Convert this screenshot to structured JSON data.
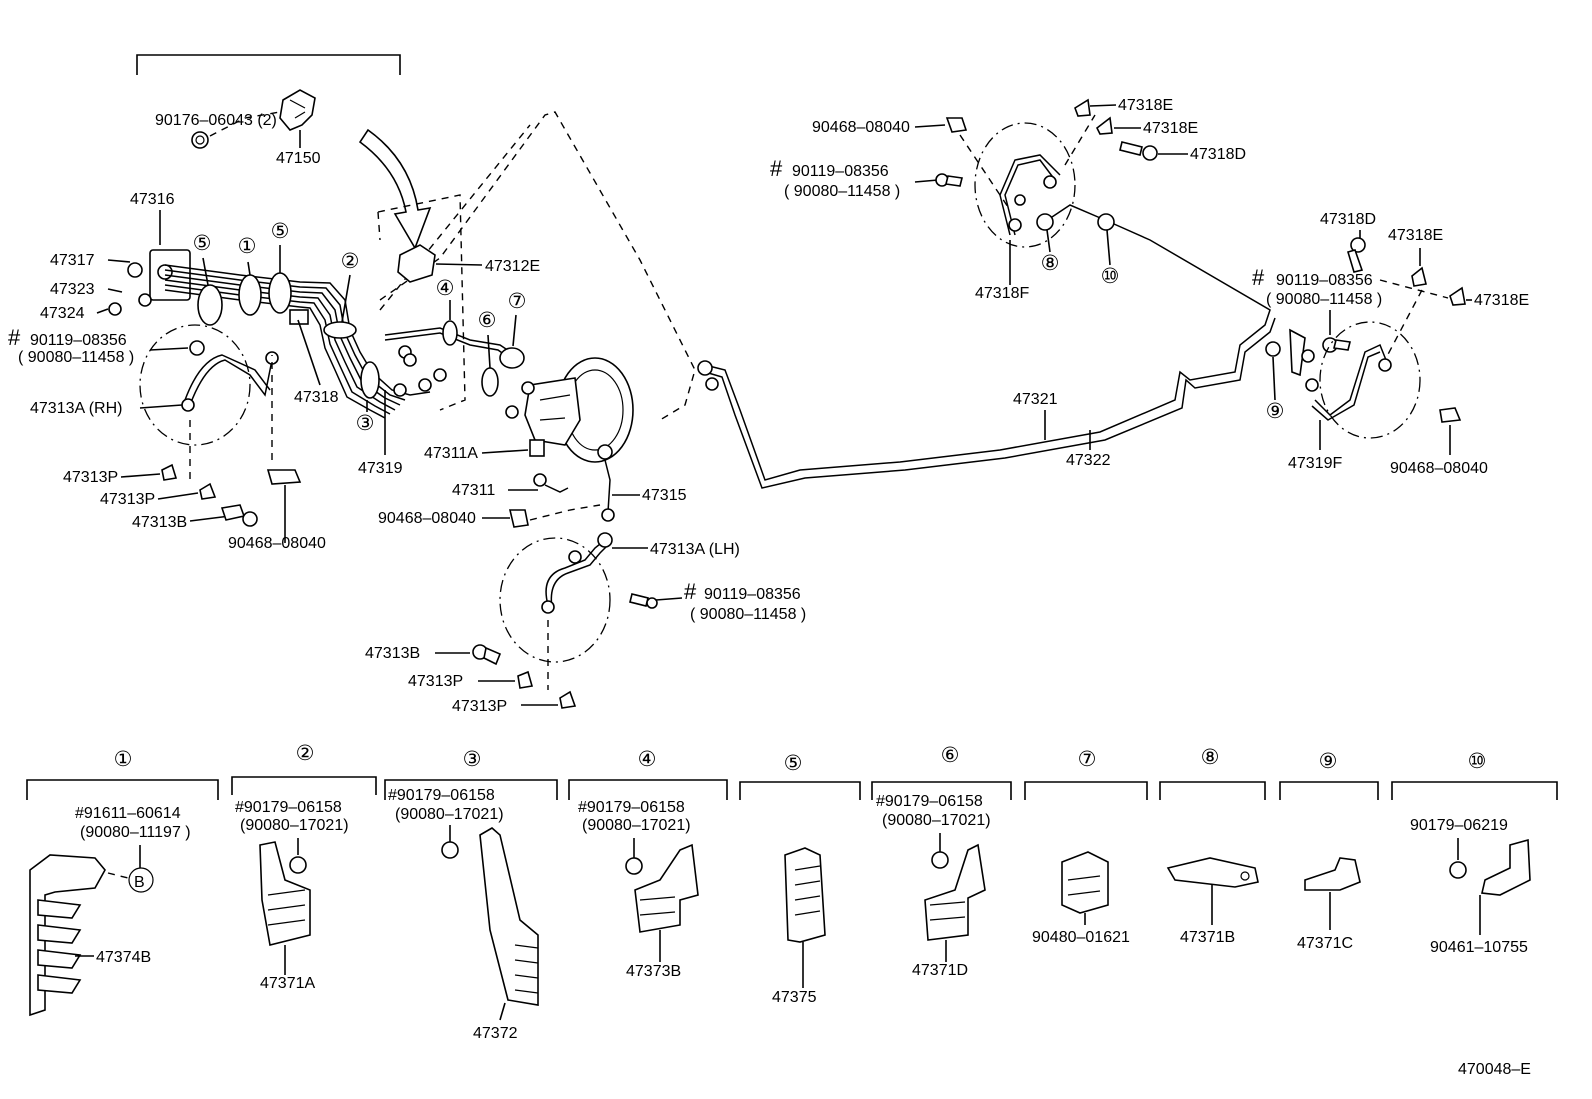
{
  "diagram_id": "470048–E",
  "labels": {
    "p90176_06043": "90176–06043 (2)",
    "p47150": "47150",
    "p47316": "47316",
    "p47317": "47317",
    "p47323": "47323",
    "p47324": "47324",
    "p90119_rh": "90119–08356",
    "p90080_rh": "( 90080–11458 )",
    "p47313A_rh": "47313A (RH)",
    "p47313P_1": "47313P",
    "p47313P_2": "47313P",
    "p47313B_1": "47313B",
    "p90468_left": "90468–08040",
    "p47318": "47318",
    "p47319": "47319",
    "p47312E": "47312E",
    "p47311A": "47311A",
    "p47311": "47311",
    "p90468_mid": "90468–08040",
    "p47315": "47315",
    "p47313A_lh": "47313A (LH)",
    "p90119_lh": "90119–08356",
    "p90080_lh": "( 90080–11458 )",
    "p47313B_2": "47313B",
    "p47313P_3": "47313P",
    "p47313P_4": "47313P",
    "p90468_topright": "90468–08040",
    "p90119_tr": "90119–08356",
    "p90080_tr": "( 90080–11458 )",
    "p47318E_1": "47318E",
    "p47318E_2": "47318E",
    "p47318D_1": "47318D",
    "p47318F": "47318F",
    "p47321": "47321",
    "p47322": "47322",
    "p47318D_2": "47318D",
    "p47318E_3": "47318E",
    "p90119_r": "90119–08356",
    "p90080_r": "( 90080–11458 )",
    "p47318E_4": "47318E",
    "p47319F": "47319F",
    "p90468_right": "90468–08040",
    "hash": "#"
  },
  "callouts": [
    "①",
    "②",
    "③",
    "④",
    "⑤",
    "⑥",
    "⑦",
    "⑧",
    "⑨",
    "⑩"
  ],
  "diagram_callouts": {
    "c5a": "⑤",
    "c1": "①",
    "c5b": "⑤",
    "c2": "②",
    "c3": "③",
    "c4": "④",
    "c6": "⑥",
    "c7": "⑦",
    "c8": "⑧",
    "c10": "⑩",
    "c9": "⑨"
  },
  "clamp_groups": [
    {
      "num": "①",
      "fastener": "#91611–60614",
      "alt": "(90080–11197 )",
      "ref": "B",
      "part": "47374B"
    },
    {
      "num": "②",
      "fastener": "#90179–06158",
      "alt": "(90080–17021)",
      "part": "47371A"
    },
    {
      "num": "③",
      "fastener": "#90179–06158",
      "alt": "(90080–17021)",
      "part": "47372"
    },
    {
      "num": "④",
      "fastener": "#90179–06158",
      "alt": "(90080–17021)",
      "part": "47373B"
    },
    {
      "num": "⑤",
      "part": "47375"
    },
    {
      "num": "⑥",
      "fastener": "#90179–06158",
      "alt": "(90080–17021)",
      "part": "47371D"
    },
    {
      "num": "⑦",
      "part": "90480–01621"
    },
    {
      "num": "⑧",
      "part": "47371B"
    },
    {
      "num": "⑨",
      "part": "47371C"
    },
    {
      "num": "⑩",
      "fastener": "90179–06219",
      "part": "90461–10755"
    }
  ]
}
